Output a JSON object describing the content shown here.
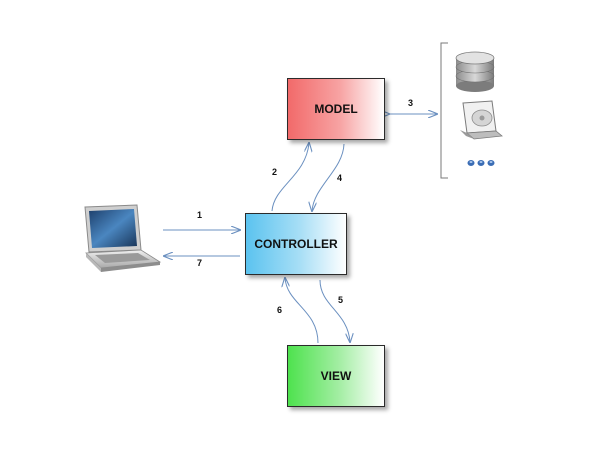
{
  "diagram": {
    "nodes": {
      "model": {
        "label": "MODEL",
        "color": "#f26a6a"
      },
      "controller": {
        "label": "CONTROLLER",
        "color": "#5bc3ef"
      },
      "view": {
        "label": "VIEW",
        "color": "#4ee24e"
      }
    },
    "steps": {
      "s1": "1",
      "s2": "2",
      "s3": "3",
      "s4": "4",
      "s5": "5",
      "s6": "6",
      "s7": "7"
    },
    "icons": [
      "laptop-icon",
      "database-icon",
      "hard-drive-icon",
      "ellipsis-dots-icon"
    ],
    "arrow_color": "#6b90c0"
  }
}
